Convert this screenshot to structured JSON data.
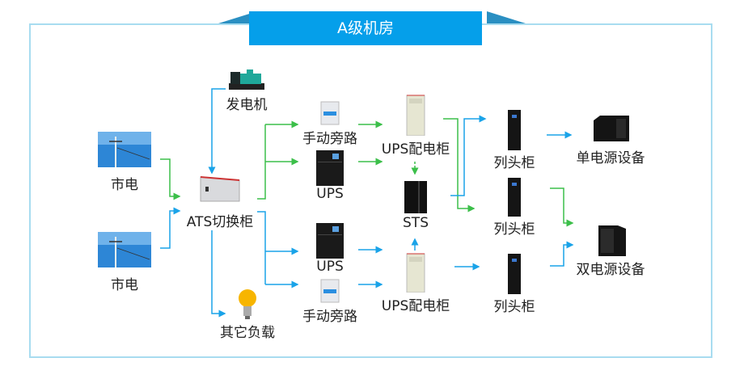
{
  "title": "A级机房",
  "colors": {
    "banner": "#059fea",
    "frame": "#a8dcf0",
    "green_line": "#3cbf4a",
    "blue_line": "#1aa3e8"
  },
  "nodes": {
    "utility_top": {
      "label": "市电",
      "icon": "utility-pole-icon"
    },
    "utility_bottom": {
      "label": "市电",
      "icon": "utility-pole-icon"
    },
    "generator": {
      "label": "发电机",
      "icon": "generator-icon"
    },
    "ats": {
      "label": "ATS切换柜",
      "icon": "switch-cabinet-icon"
    },
    "other_load": {
      "label": "其它负载",
      "icon": "light-bulb-icon"
    },
    "bypass_top": {
      "label": "手动旁路",
      "icon": "circuit-breaker-icon"
    },
    "ups_top": {
      "label": "UPS",
      "icon": "ups-icon"
    },
    "ups_bottom": {
      "label": "UPS",
      "icon": "ups-icon"
    },
    "bypass_bottom": {
      "label": "手动旁路",
      "icon": "circuit-breaker-icon"
    },
    "ups_dist_top": {
      "label": "UPS配电柜",
      "icon": "distribution-cabinet-icon"
    },
    "sts": {
      "label": "STS",
      "icon": "sts-icon"
    },
    "ups_dist_bottom": {
      "label": "UPS配电柜",
      "icon": "distribution-cabinet-icon"
    },
    "column_cab_1": {
      "label": "列头柜",
      "icon": "rack-cabinet-icon"
    },
    "column_cab_2": {
      "label": "列头柜",
      "icon": "rack-cabinet-icon"
    },
    "column_cab_3": {
      "label": "列头柜",
      "icon": "rack-cabinet-icon"
    },
    "single_power": {
      "label": "单电源设备",
      "icon": "server-icon"
    },
    "dual_power": {
      "label": "双电源设备",
      "icon": "tower-server-icon"
    }
  }
}
